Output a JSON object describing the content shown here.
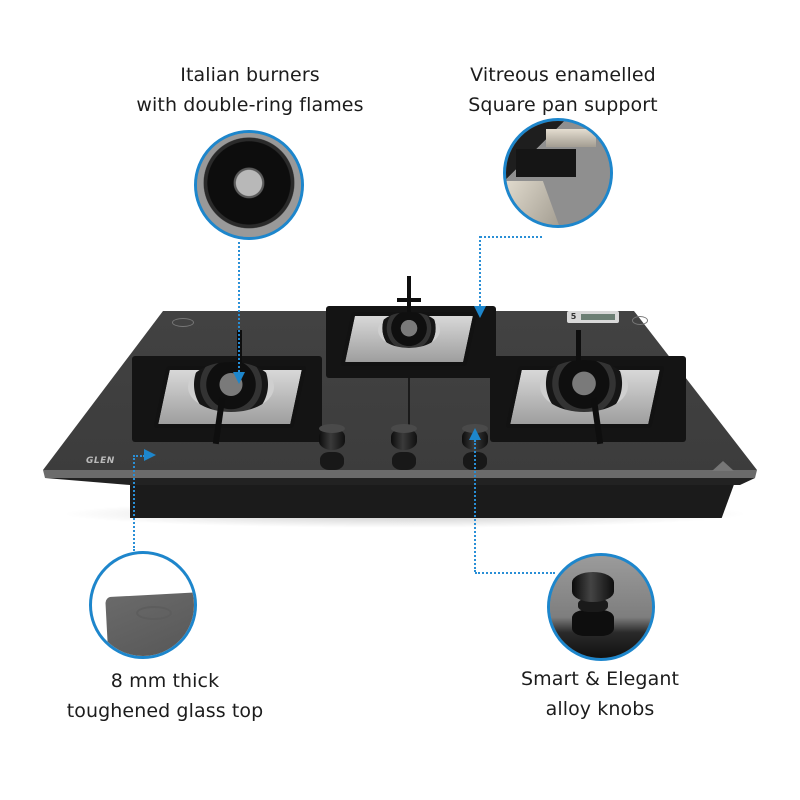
{
  "product": {
    "brand": "GLEN",
    "type": "3-burner glass top gas hob",
    "energy_badge_number": "5"
  },
  "callouts": [
    {
      "id": "italian-burners",
      "lines": [
        "Italian burners",
        "with double-ring flames"
      ],
      "icon": "burner-closeup-icon"
    },
    {
      "id": "pan-support",
      "lines": [
        "Vitreous enamelled",
        "Square pan support"
      ],
      "icon": "pan-support-closeup-icon"
    },
    {
      "id": "glass-top",
      "lines": [
        "8 mm thick",
        "toughened glass top"
      ],
      "icon": "glass-edge-closeup-icon"
    },
    {
      "id": "knobs",
      "lines": [
        "Smart & Elegant",
        "alloy knobs"
      ],
      "icon": "knob-closeup-icon"
    }
  ],
  "colors": {
    "accent": "#1d86cc",
    "connector": "#2a8fd6",
    "glass": "#3c3c3c",
    "background": "#ffffff"
  }
}
